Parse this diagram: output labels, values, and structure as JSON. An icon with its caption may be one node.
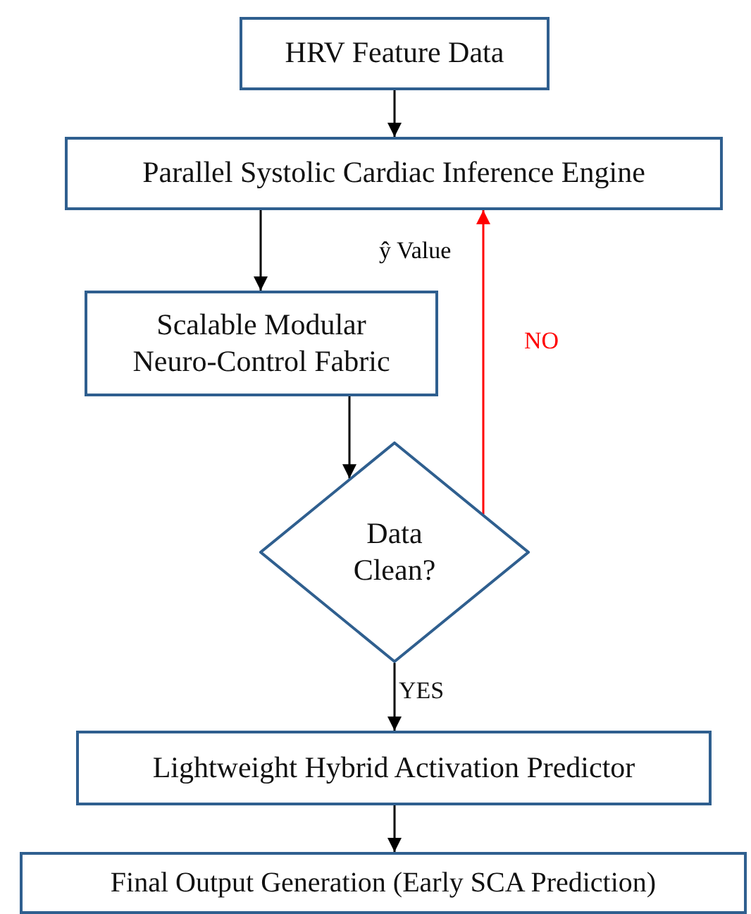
{
  "diagram": {
    "nodes": [
      {
        "text": [
          "HRV Feature Data"
        ]
      },
      {
        "text": [
          "Parallel Systolic Cardiac Inference Engine"
        ]
      },
      {
        "text": [
          "Scalable Modular Neuro-Control Fabric"
        ]
      },
      {
        "text": [
          "Data Clean?"
        ]
      },
      {
        "text": [
          "Lightweight Hybrid Activation Predictor"
        ]
      },
      {
        "text": [
          "Final Output Generation (Early SCA Prediction)"
        ]
      }
    ],
    "edges": [
      {
        "from": 0,
        "to": 1,
        "arrow": "to"
      },
      {
        "from": 1,
        "to": 2,
        "arrow": "to"
      },
      {
        "from": 2,
        "to": 3,
        "arrow": "to"
      },
      {
        "from": 3,
        "to": 1,
        "arrow": "to",
        "label": "NO",
        "color": "#ff0000"
      },
      {
        "from": 3,
        "to": 4,
        "arrow": "to",
        "label": "YES"
      },
      {
        "from": 4,
        "to": 5,
        "arrow": "to"
      }
    ],
    "labels": [
      "ŷ Value"
    ]
  }
}
